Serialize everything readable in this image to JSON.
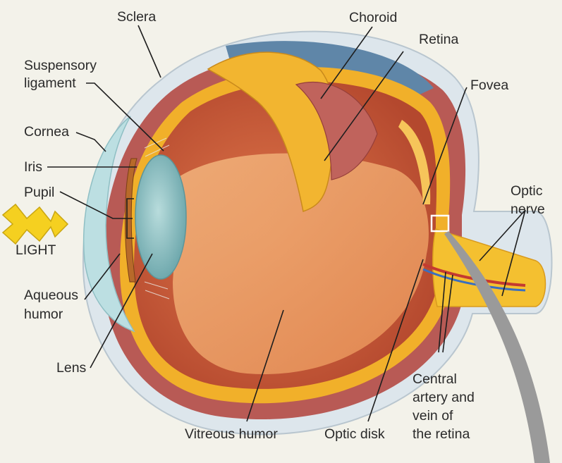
{
  "diagram": {
    "labels": {
      "sclera": "Sclera",
      "choroid": "Choroid",
      "retina": "Retina",
      "fovea": "Fovea",
      "suspensory_1": "Suspensory",
      "suspensory_2": "ligament",
      "cornea": "Cornea",
      "iris": "Iris",
      "pupil": "Pupil",
      "light": "LIGHT",
      "aqueous_1": "Aqueous",
      "aqueous_2": "humor",
      "lens": "Lens",
      "vitreous": "Vitreous humor",
      "optic_disk": "Optic disk",
      "optic_nerve_1": "Optic",
      "optic_nerve_2": "nerve",
      "central_1": "Central",
      "central_2": "artery and",
      "central_3": "vein of",
      "central_4": "the retina"
    },
    "colors": {
      "background": "#f3f2ea",
      "sclera": "#dde6ec",
      "choroid": "#b85a55",
      "retina": "#f1b02a",
      "vitreous": "#e89a5e",
      "interior": "#c85a3a",
      "cornea": "#bcdfe2",
      "lens": "#8fc3c4",
      "back_shadow": "#5f86a8",
      "optic_nerve": "#f4c030",
      "light_arrow": "#f5d020",
      "pointer": "#9a9a9a"
    }
  }
}
